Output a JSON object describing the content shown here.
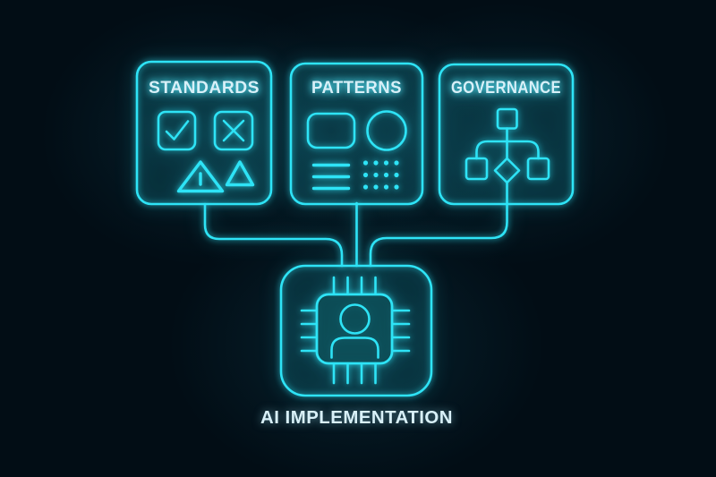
{
  "page": {
    "title": "AI implementation neon diagram",
    "background": "#020d15"
  },
  "colors": {
    "bg": "#020d15",
    "neon": "#2ee3f6",
    "text": "#d8f0f8"
  },
  "nodes": {
    "standards": {
      "label": "STANDARDS",
      "icons": [
        "checked-checkbox-icon",
        "crossed-checkbox-icon",
        "warning-triangle-icon",
        "plain-triangle-icon"
      ]
    },
    "patterns": {
      "label": "PATTERNS",
      "icons": [
        "rounded-rectangle-icon",
        "circle-icon",
        "menu-lines-icon",
        "dot-grid-icon"
      ]
    },
    "governance": {
      "label": "GOVERNANCE",
      "icons": [
        "hierarchy-flowchart-icon"
      ]
    },
    "implementation": {
      "label": "AI IMPLEMENTATION",
      "icons": [
        "cpu-chip-user-icon"
      ]
    }
  },
  "connections": [
    {
      "from": "standards",
      "to": "implementation"
    },
    {
      "from": "patterns",
      "to": "implementation"
    },
    {
      "from": "governance",
      "to": "implementation"
    }
  ]
}
